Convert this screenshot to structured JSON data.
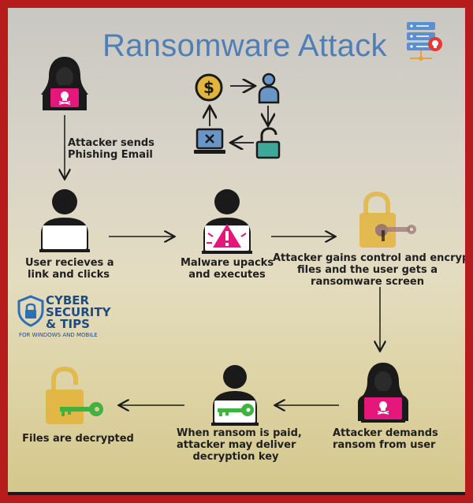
{
  "title": "Ransomware Attack",
  "colors": {
    "frame": "#b71c1c",
    "title": "#4f7fb4",
    "pink": "#e6177a",
    "green": "#3fb23f",
    "gold": "#e2b43c",
    "slate": "#2f4653"
  },
  "nodes": {
    "attacker_top_caption": "Attacker sends\nPhishing Email",
    "user_caption": "User recieves a\nlink and clicks",
    "malware_caption": "Malware upacks\nand executes",
    "control_caption": "Attacker gains control and encrypts\nfiles and the user gets a\nransomware screen",
    "demand_caption": "Attacker demands\nransom from user",
    "paid_caption": "When ransom is paid,\nattacker may deliver\ndecryption key",
    "decrypted_caption": "Files are decrypted"
  },
  "brand": {
    "line1": "CYBER",
    "line2": "SECURITY",
    "line3": "& TIPS",
    "tagline": "FOR WINDOWS AND MOBILE"
  },
  "icons": [
    "server-skull-icon",
    "hacker-icon",
    "dollar-coin-icon",
    "person-icon",
    "unlocked-padlock-icon",
    "laptop-x-icon",
    "user-laptop-icon",
    "malware-laptop-icon",
    "gold-padlock-key-icon",
    "hacker-laptop-icon",
    "user-green-key-icon",
    "gold-padlock-green-key-icon",
    "shield-lock-icon"
  ]
}
